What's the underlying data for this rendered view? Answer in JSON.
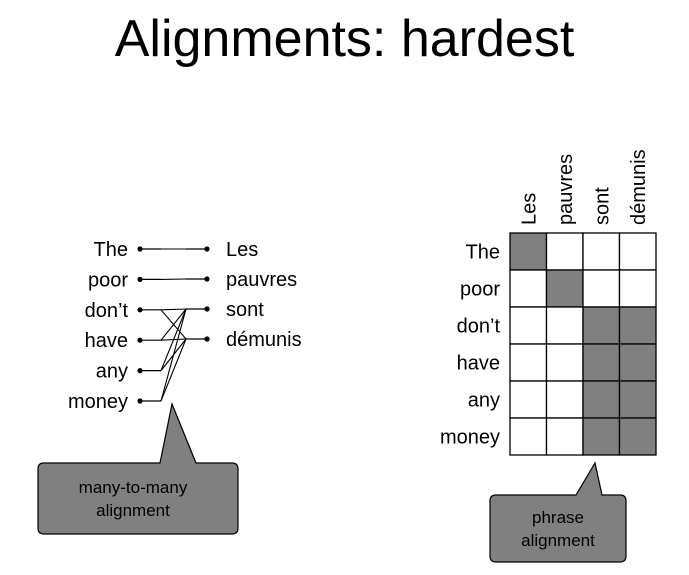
{
  "title": "Alignments: hardest",
  "left_diagram": {
    "english": [
      "The",
      "poor",
      "don’t",
      "have",
      "any",
      "money"
    ],
    "french": [
      "Les",
      "pauvres",
      "sont",
      "démunis"
    ],
    "links": [
      [
        0,
        0
      ],
      [
        1,
        1
      ],
      [
        2,
        2
      ],
      [
        2,
        3
      ],
      [
        3,
        2
      ],
      [
        3,
        3
      ],
      [
        4,
        2
      ],
      [
        4,
        3
      ],
      [
        5,
        2
      ],
      [
        5,
        3
      ]
    ],
    "callout": [
      "many-to-many",
      "alignment"
    ]
  },
  "right_grid": {
    "columns": [
      "Les",
      "pauvres",
      "sont",
      "démunis"
    ],
    "rows": [
      "The",
      "poor",
      "don’t",
      "have",
      "any",
      "money"
    ],
    "filled": [
      [
        1,
        0,
        0,
        0
      ],
      [
        0,
        1,
        0,
        0
      ],
      [
        0,
        0,
        1,
        1
      ],
      [
        0,
        0,
        1,
        1
      ],
      [
        0,
        0,
        1,
        1
      ],
      [
        0,
        0,
        1,
        1
      ]
    ],
    "callout": [
      "phrase",
      "alignment"
    ]
  },
  "colors": {
    "fill": "#808080",
    "callout_fill": "#808080",
    "line": "#000000"
  }
}
